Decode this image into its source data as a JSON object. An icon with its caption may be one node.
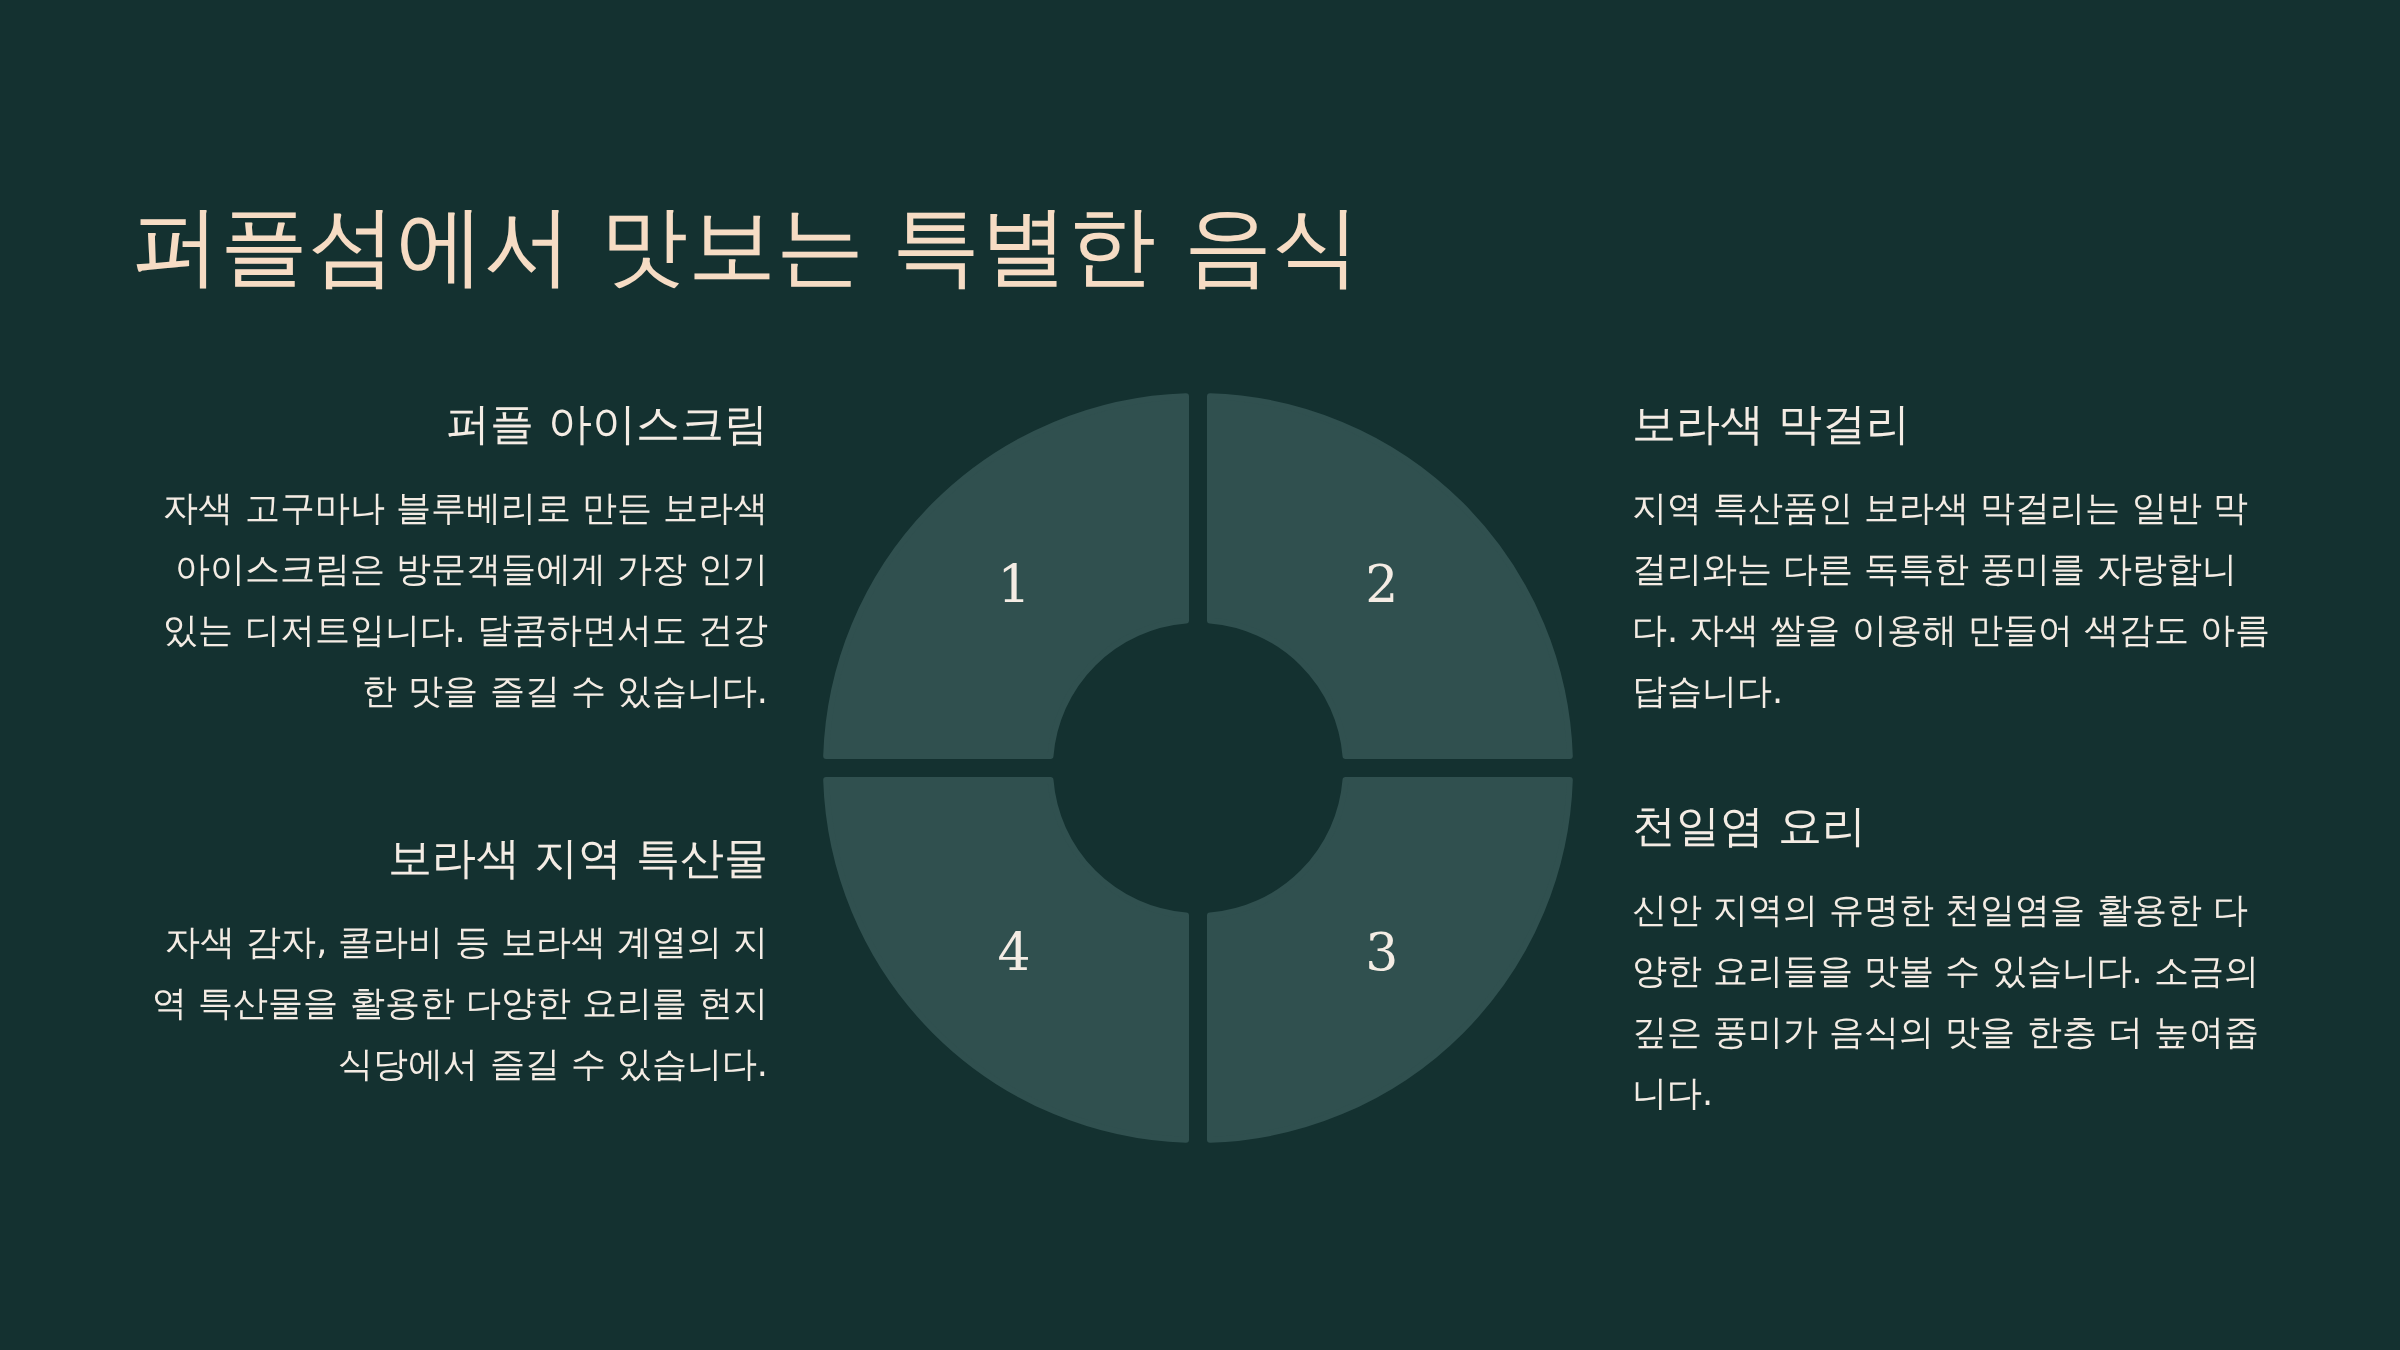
{
  "diagram": {
    "title": "퍼플섬에서 맛보는 특별한 음식",
    "nodes": [
      {
        "text": [
          "1"
        ]
      },
      {
        "text": [
          "2"
        ]
      },
      {
        "text": [
          "3"
        ]
      },
      {
        "text": [
          "4"
        ]
      }
    ],
    "labels": [
      "퍼플 아이스크림",
      "자색 고구마나 블루베리로 만든 보라색 아이스크림은 방문객들에게 가장 인기 있는 디저트입니다. 달콤하면서도 건강한 맛을 즐길 수 있습니다.",
      "보라색 막걸리",
      "지역 특산품인 보라색 막걸리는 일반 막걸리와는 다른 독특한 풍미를 자랑합니다. 자색 쌀을 이용해 만들어 색감도 아름답습니다.",
      "보라색 지역 특산물",
      "자색 감자, 콜라비 등 보라색 계열의 지역 특산물을 활용한 다양한 요리를 현지 식당에서 즐길 수 있습니다.",
      "천일염 요리",
      "신안 지역의 유명한 천일염을 활용한 다양한 요리들을 맛볼 수 있습니다. 소금의 깊은 풍미가 음식의 맛을 한층 더 높여줍니다."
    ]
  }
}
